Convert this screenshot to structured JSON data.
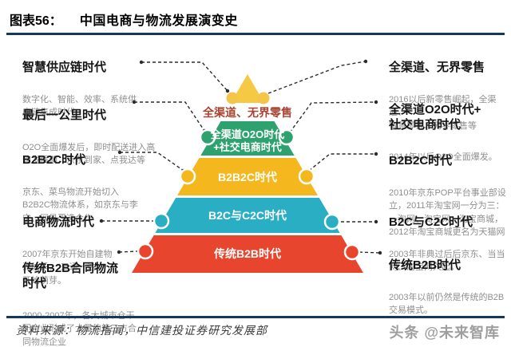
{
  "header": {
    "figure_label": "图表56：",
    "title": "中国电商与物流发展演变史"
  },
  "pyramid": {
    "top": {
      "label": "全渠道、无界零售",
      "triangle_color": "#f6c944",
      "circle_color": "#f3c64a",
      "label_color": "#a94432"
    },
    "layers": [
      {
        "lines": [
          "全渠道O2O时代",
          "+社交电商时代"
        ],
        "color": "#2ea26e"
      },
      {
        "lines": [
          "B2B2C时代",
          ""
        ],
        "color": "#f5b71e"
      },
      {
        "lines": [
          "B2C与C2C时代",
          ""
        ],
        "color": "#2aaec3"
      },
      {
        "lines": [
          "传统B2B时代",
          ""
        ],
        "color": "#e8452f"
      }
    ],
    "label_text_color": "#ffffff"
  },
  "left_column": [
    {
      "title": "智慧供应链时代",
      "desc": "数字化、智能、效率、系统供\n应链集成时代"
    },
    {
      "title": "最后一公里时代",
      "desc": "O2O全面爆发后，即时配送进入高\n速发展期，京东到家、点我达等"
    },
    {
      "title": "B2B2C时代",
      "desc": "京东、菜鸟物流开始切入\nB2B2C物流体系，如京东与李\n宁、网易严选合作"
    },
    {
      "title": "电商物流时代",
      "desc": "2007年京东开始自建物\n流体系，“三通一达”\n开始萌芽。"
    },
    {
      "title": "传统B2B合同物流\n时代",
      "desc": "2000-2007年，各大城市仓干\n配企业形成了大量的第三方合\n同物流企业"
    }
  ],
  "right_column": [
    {
      "title": "全渠道、无界零售",
      "desc": "2016以后新零售崛起，全渠道、\n智慧零售、无界零售等"
    },
    {
      "title": "全渠道O2O时代+\n社交电商时代",
      "desc": "2014年以后O2O全面爆发。"
    },
    {
      "title": "B2B2C时代",
      "desc": "2010年京东POP平台事业部设\n立，2011年淘宝网一分为三：\n一淘网、淘宝网、淘宝商城，\n2012年淘宝商城更名为天猫网"
    },
    {
      "title": "B2C与C2C时代",
      "desc": "2003年非典过后后京东、当当\n网、淘宝网兴起。"
    },
    {
      "title": "传统B2B时代",
      "desc": "2003年以前仍然是传统的B2B\n交易模式。"
    }
  ],
  "footer": {
    "source": "资料来源：物流指闻，中信建投证券研究发展部",
    "watermark": "头条 @未来智库"
  }
}
